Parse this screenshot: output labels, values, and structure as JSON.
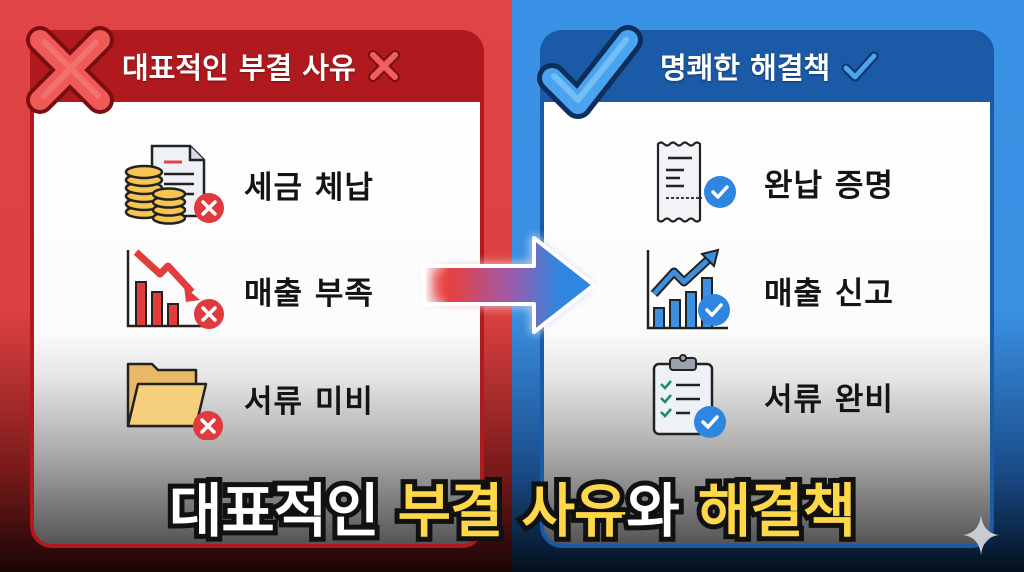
{
  "left_panel": {
    "title": "대표적인 부결 사유",
    "theme_color": "#b01a1f",
    "background_color": "#e04545",
    "header_icon": "x-mark-icon",
    "items": [
      {
        "label": "세금 체납",
        "icon": "coins-document-icon",
        "badge": "x-badge-icon"
      },
      {
        "label": "매출 부족",
        "icon": "declining-chart-icon",
        "badge": "x-badge-icon"
      },
      {
        "label": "서류 미비",
        "icon": "folder-icon",
        "badge": "x-badge-icon"
      }
    ]
  },
  "right_panel": {
    "title": "명쾌한 해결책",
    "theme_color": "#1b5aa6",
    "background_color": "#3a92e6",
    "header_icon": "check-mark-icon",
    "items": [
      {
        "label": "완납 증명",
        "icon": "receipt-icon",
        "badge": "check-badge-icon"
      },
      {
        "label": "매출 신고",
        "icon": "rising-chart-icon",
        "badge": "check-badge-icon"
      },
      {
        "label": "서류 완비",
        "icon": "clipboard-checklist-icon",
        "badge": "check-badge-icon"
      }
    ]
  },
  "center_arrow": {
    "icon": "arrow-right-icon",
    "from_color": "#e84040",
    "to_color": "#2f86e0"
  },
  "caption": {
    "part1": "대표적인 ",
    "part2": "부결 사유",
    "part3": "와 ",
    "part4": "해결책",
    "highlight_color": "#ffd84a"
  },
  "corner_icon": "sparkle-icon"
}
